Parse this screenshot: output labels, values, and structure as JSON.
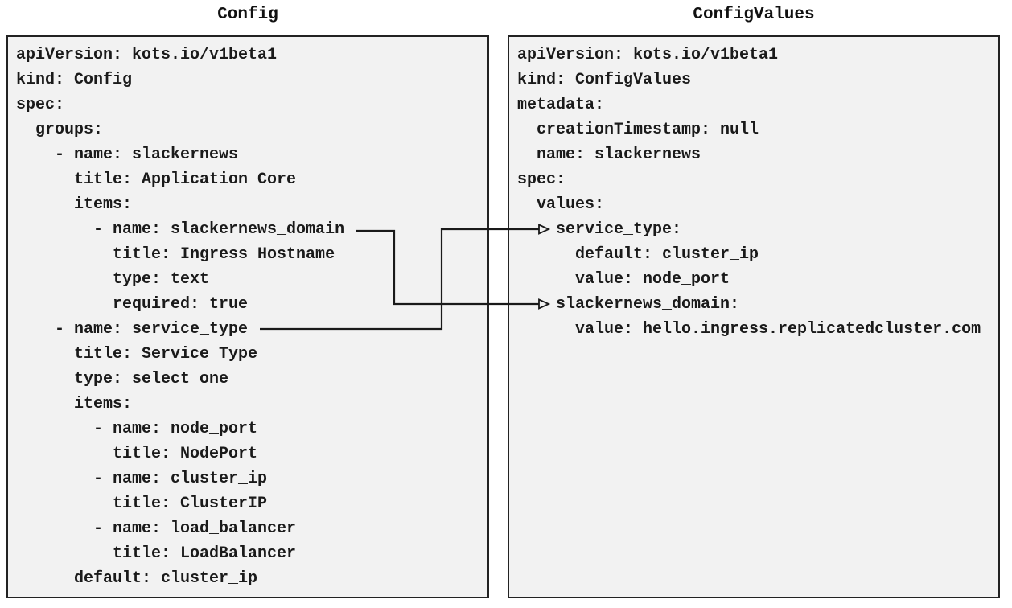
{
  "config_panel": {
    "title": "Config",
    "lines": [
      "apiVersion: kots.io/v1beta1",
      "kind: Config",
      "spec:",
      "  groups:",
      "    - name: slackernews",
      "      title: Application Core",
      "      items:",
      "        - name: slackernews_domain",
      "          title: Ingress Hostname",
      "          type: text",
      "          required: true",
      "    - name: service_type",
      "      title: Service Type",
      "      type: select_one",
      "      items:",
      "        - name: node_port",
      "          title: NodePort",
      "        - name: cluster_ip",
      "          title: ClusterIP",
      "        - name: load_balancer",
      "          title: LoadBalancer",
      "      default: cluster_ip"
    ]
  },
  "configvalues_panel": {
    "title": "ConfigValues",
    "lines": [
      "apiVersion: kots.io/v1beta1",
      "kind: ConfigValues",
      "metadata:",
      "  creationTimestamp: null",
      "  name: slackernews",
      "spec:",
      "  values:",
      "    service_type:",
      "      default: cluster_ip",
      "      value: node_port",
      "    slackernews_domain:",
      "      value: hello.ingress.replicatedcluster.com"
    ]
  },
  "connectors": [
    {
      "from": "Config item slackernews_domain",
      "to": "ConfigValues value slackernews_domain"
    },
    {
      "from": "Config item service_type",
      "to": "ConfigValues value service_type"
    }
  ],
  "colors": {
    "panel_background": "#f2f2f2",
    "panel_border": "#222222",
    "text": "#1a1a1a",
    "page_background": "#ffffff"
  }
}
